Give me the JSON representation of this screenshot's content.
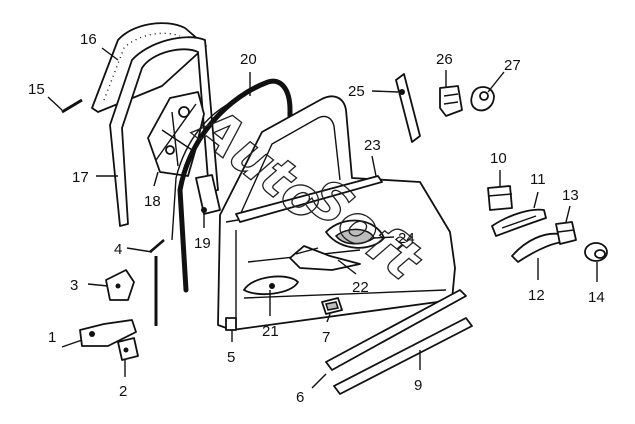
{
  "watermark": {
    "line1": "Auto",
    "line2": "Soft"
  },
  "labels": {
    "l1": "1",
    "l2": "2",
    "l3": "3",
    "l4": "4",
    "l5": "5",
    "l6": "6",
    "l7": "7",
    "l9": "9",
    "l10": "10",
    "l11": "11",
    "l12": "12",
    "l13": "13",
    "l14": "14",
    "l15": "15",
    "l16": "16",
    "l17": "17",
    "l18": "18",
    "l19": "19",
    "l20": "20",
    "l21": "21",
    "l22": "22",
    "l23": "23",
    "l24": "24",
    "l25": "25",
    "l26": "26",
    "l27": "27"
  }
}
